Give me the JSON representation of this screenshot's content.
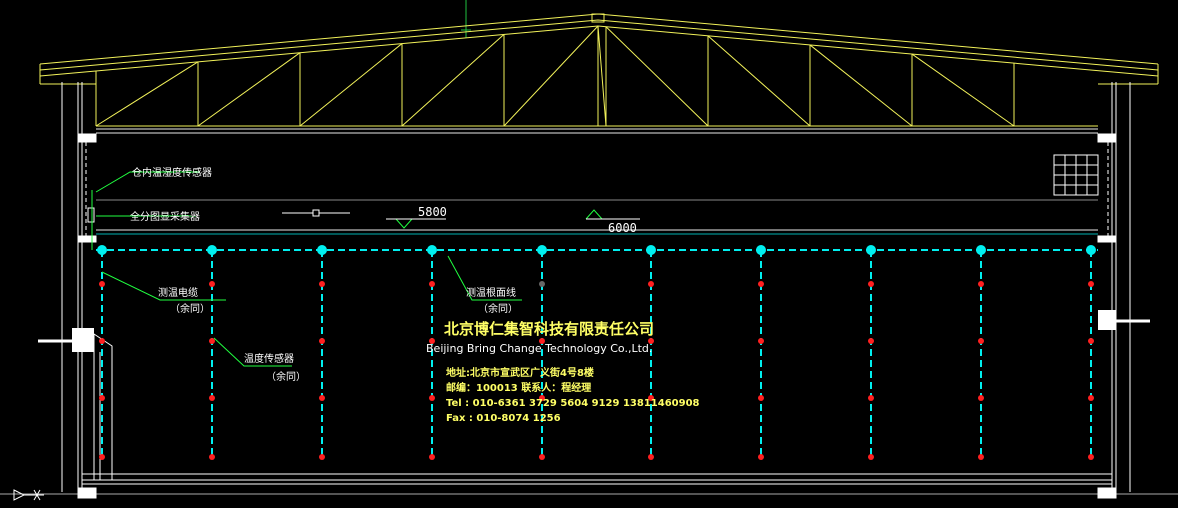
{
  "colors": {
    "background": "#000000",
    "structure": "#f2f25a",
    "wall": "#ffffff",
    "cable": "#00f0f0",
    "sensor": "#ff2020",
    "leader": "#20ff40",
    "text_white": "#ffffff",
    "text_yellow": "#ffff66",
    "axis": "#20c040"
  },
  "labels": {
    "indoor_sensor": "仓内温湿度传感器",
    "collector": "全分图显采集器",
    "cable": "测温电缆",
    "cable_same": "（余同）",
    "main_line": "测温根面线",
    "main_line_same": "（余同）",
    "sensor": "温度传感器",
    "sensor_same": "（余同）"
  },
  "elevations": {
    "e1": "5800",
    "e2": "6000"
  },
  "company": {
    "name_cn": "北京博仁集智科技有限责任公司",
    "name_en": "Beijing Bring Change Technology Co.,Ltd.",
    "address": "地址:北京市宣武区广义街4号8楼",
    "postal": "邮编：100013   联系人：程经理",
    "tel": "Tel : 010-6361 3729   5604 9129  13811460908",
    "fax": "Fax : 010-8074 1256"
  },
  "icons": {
    "ucs": "ucs-axis-icon",
    "window": "grid-window-icon"
  }
}
